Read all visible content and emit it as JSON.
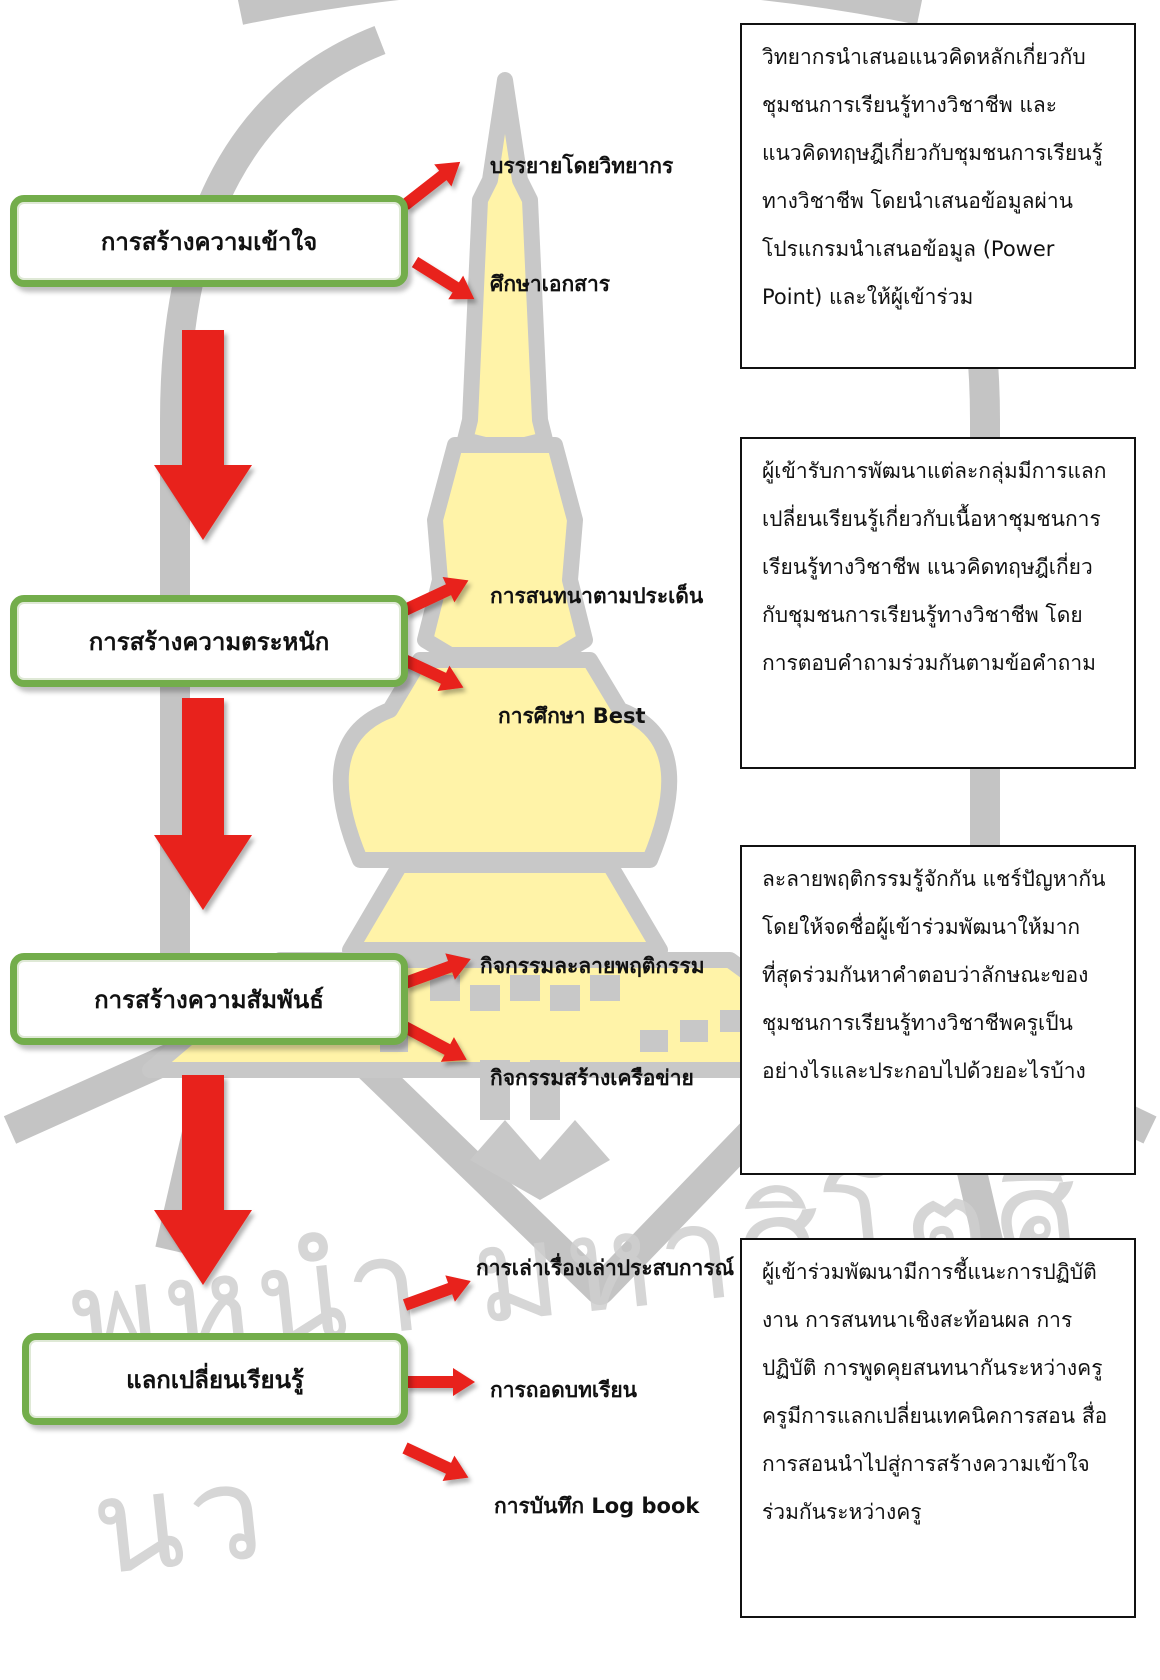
{
  "stages": [
    {
      "label": "การสร้างความเข้าใจ",
      "activities": [
        "บรรยายโดยวิทยากร",
        "ศึกษาเอกสาร"
      ]
    },
    {
      "label": "การสร้างความตระหนัก",
      "activities": [
        "การสนทนาตามประเด็น",
        "การศึกษา Best"
      ]
    },
    {
      "label": "การสร้างความสัมพันธ์",
      "activities": [
        "กิจกรรมละลายพฤติกรรม",
        "กิจกรรมสร้างเครือข่าย"
      ]
    },
    {
      "label": "แลกเปลี่ยนเรียนรู้",
      "activities": [
        "การเล่าเรื่องเล่าประสบการณ์",
        "การถอดบทเรียน",
        "การบันทึก Log book"
      ]
    }
  ],
  "descriptions": [
    "วิทยากรนำเสนอแนวคิดหลักเกี่ยวกับชุมชนการเรียนรู้ทางวิชาชีพ และแนวคิดทฤษฎีเกี่ยวกับชุมชนการเรียนรู้ทางวิชาชีพ โดยนำเสนอข้อมูลผ่านโปรแกรมนำเสนอข้อมูล (Power Point) และให้ผู้เข้าร่วม",
    "ผู้เข้ารับการพัฒนาแต่ละกลุ่มมีการแลกเปลี่ยนเรียนรู้เกี่ยวกับเนื้อหาชุมชนการเรียนรู้ทางวิชาชีพ แนวคิดทฤษฎีเกี่ยวกับชุมชนการเรียนรู้ทางวิชาชีพ โดยการตอบคำถามร่วมกันตามข้อคำถาม",
    "ละลายพฤติกรรมรู้จักกัน แชร์ปัญหากัน โดยให้จดชื่อผู้เข้าร่วมพัฒนาให้มากที่สุดร่วมกันหาคำตอบว่าลักษณะของชุมชนการเรียนรู้ทางวิชาชีพครูเป็นอย่างไรและประกอบไปด้วยอะไรบ้าง",
    "ผู้เข้าร่วมพัฒนามีการชี้แนะการปฏิบัติงาน การสนทนาเชิงสะท้อนผล การปฏิบัติ การพูดคุยสนทนากันระหว่างครู ครูมีการแลกเปลี่ยนเทคนิคการสอน สื่อการสอนนำไปสู่การสร้างความเข้าใจร่วมกันระหว่างครู"
  ],
  "watermark": "พหุนำ มหาศิโตศึนว",
  "colors": {
    "box_border": "#73ad4b",
    "arrow": "#e8201a",
    "emblem_fill": "#fff3a8",
    "emblem_outline": "#bdbdbd"
  }
}
